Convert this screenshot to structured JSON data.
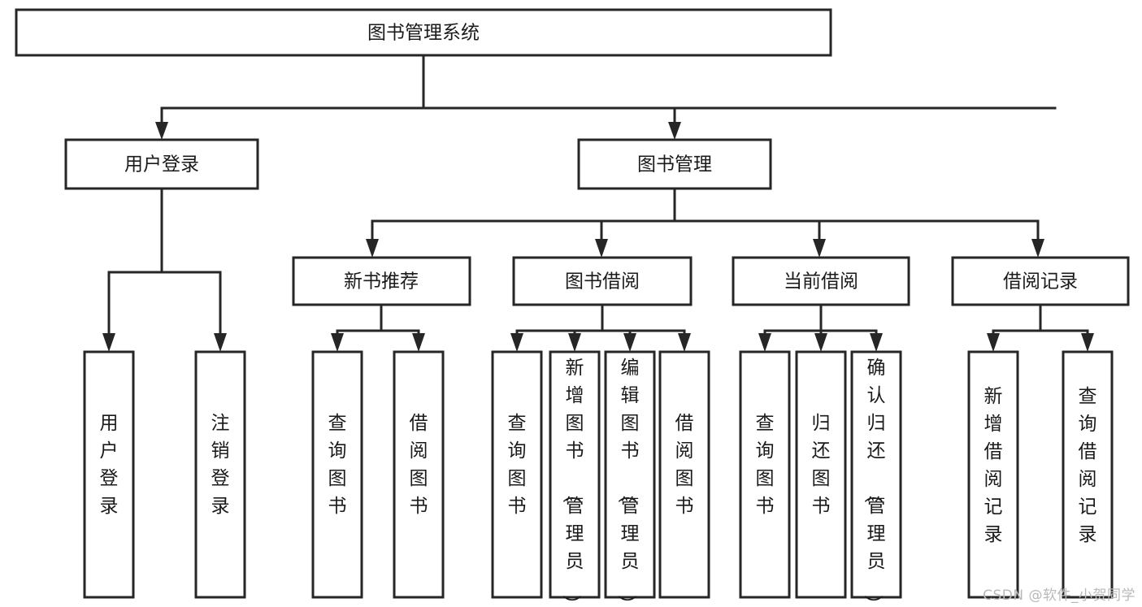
{
  "diagram": {
    "type": "tree-hierarchy",
    "title": "图书管理系统",
    "watermark": "CSDN @软件_小贺同学",
    "colors": {
      "background": "#ffffff",
      "box_stroke": "#262626",
      "box_fill": "#ffffff",
      "text": "#1a1a1a",
      "watermark": "#b9b9b9"
    },
    "levels": {
      "root": {
        "label": "图书管理系统"
      },
      "level2": [
        {
          "label": "用户登录"
        },
        {
          "label": "图书管理"
        }
      ],
      "level3": [
        {
          "label": "新书推荐"
        },
        {
          "label": "图书借阅"
        },
        {
          "label": "当前借阅"
        },
        {
          "label": "借阅记录"
        }
      ],
      "leaves": {
        "user_login": [
          {
            "label": "用户登录"
          },
          {
            "label": "注销登录"
          }
        ],
        "new_book_recommend": [
          {
            "label": "查询图书"
          },
          {
            "label": "借阅图书"
          }
        ],
        "book_borrow": [
          {
            "label": "查询图书"
          },
          {
            "label": "新增图书（管理员）"
          },
          {
            "label": "编辑图书（管理员）"
          },
          {
            "label": "借阅图书"
          }
        ],
        "current_borrow": [
          {
            "label": "查询图书"
          },
          {
            "label": "归还图书"
          },
          {
            "label": "确认归还（管理员）"
          }
        ],
        "borrow_record": [
          {
            "label": "新增借阅记录"
          },
          {
            "label": "查询借阅记录"
          }
        ]
      }
    }
  }
}
